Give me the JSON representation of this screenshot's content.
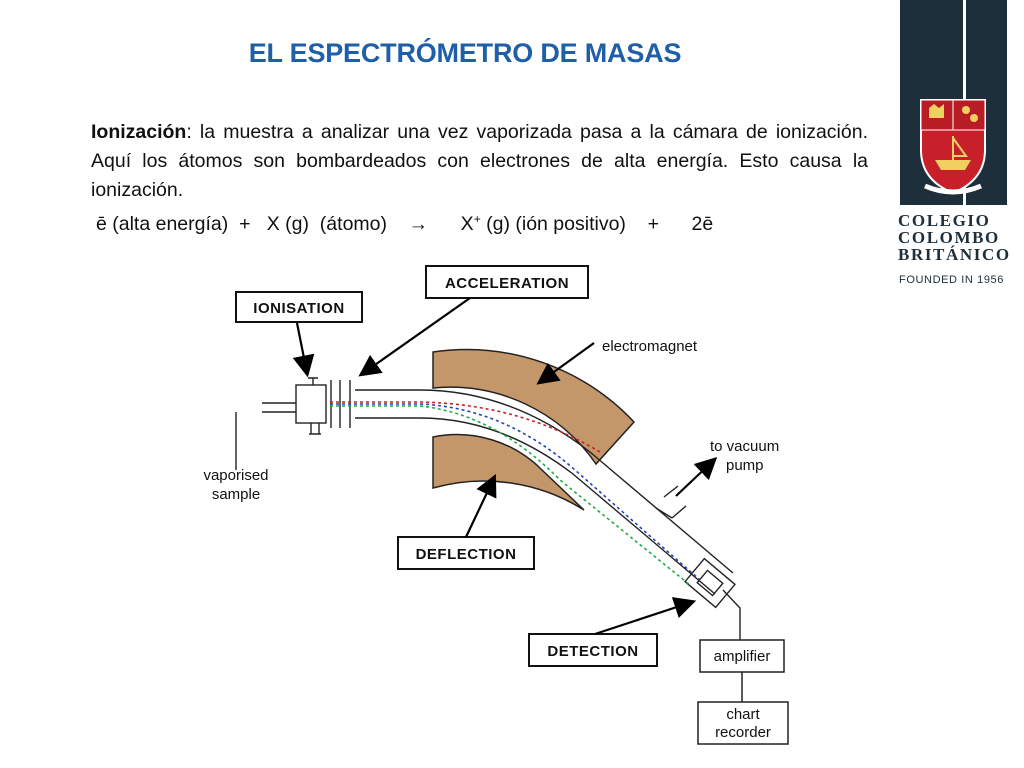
{
  "slide": {
    "title": "EL ESPECTRÓMETRO DE MASAS",
    "paragraph_lead": "Ionización",
    "paragraph_body": ": la muestra a analizar una vez vaporizada pasa a la cámara de ionización. Aquí los átomos son bombardeados con electrones de alta energía. Esto causa la ionización.",
    "equation": {
      "part1": "ē (alta energía)  +   X (g)  (átomo)    →      X",
      "superscript": "+",
      "part2": " (g) (ión positivo)    +      2ē"
    }
  },
  "brand": {
    "line1": "COLEGIO",
    "line2": "COLOMBO",
    "line3": "BRITÁNICO",
    "founded": "FOUNDED IN 1956",
    "colors": {
      "bar": "#1c2f3a",
      "shield": "#c8202a"
    }
  },
  "diagram": {
    "stages": {
      "ionisation": "IONISATION",
      "acceleration": "ACCELERATION",
      "deflection": "DEFLECTION",
      "detection": "DETECTION"
    },
    "labels": {
      "electromagnet": "electromagnet",
      "vacuum_line1": "to vacuum",
      "vacuum_line2": "pump",
      "sample_line1": "vaporised",
      "sample_line2": "sample",
      "amplifier": "amplifier",
      "recorder_line1": "chart",
      "recorder_line2": "recorder"
    },
    "colors": {
      "magnet": "#c4976b",
      "path_red": "#cc2222",
      "path_blue": "#2244bb",
      "path_green": "#22aa44"
    }
  }
}
